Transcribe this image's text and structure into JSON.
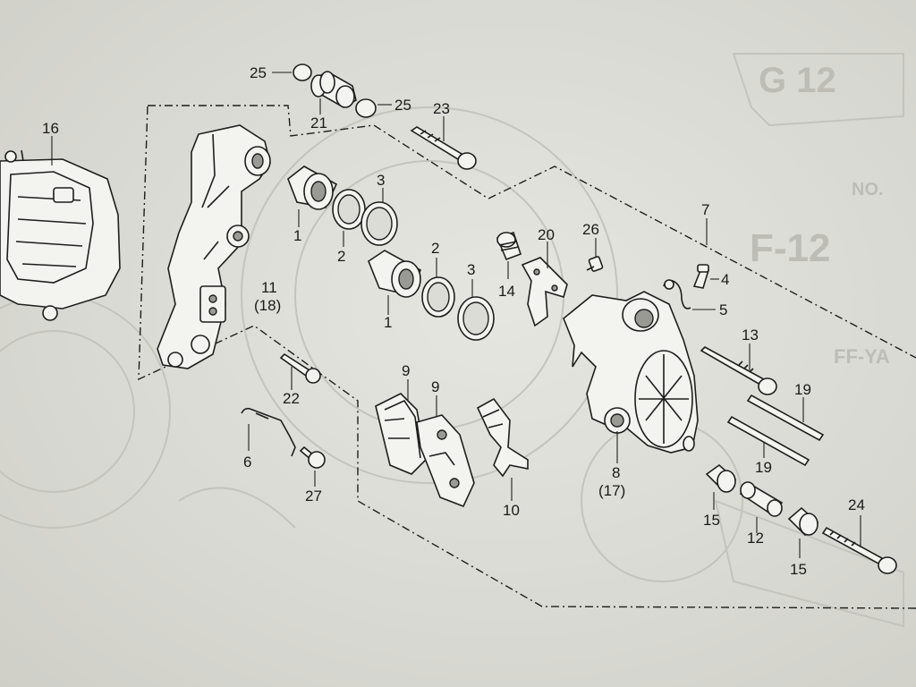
{
  "diagram": {
    "ghost_text": {
      "page_ref": "G 12",
      "f_ref": "F-12",
      "no": "NO.",
      "ff_ya": "FF-YA"
    },
    "parts": [
      {
        "label": "25"
      },
      {
        "label": "21"
      },
      {
        "label": "25"
      },
      {
        "label": "23"
      },
      {
        "label": "16"
      },
      {
        "label": "1"
      },
      {
        "label": "2"
      },
      {
        "label": "3"
      },
      {
        "label": "2"
      },
      {
        "label": "3"
      },
      {
        "label": "1"
      },
      {
        "label": "14"
      },
      {
        "label": "20"
      },
      {
        "label": "26"
      },
      {
        "label": "7"
      },
      {
        "label": "4"
      },
      {
        "label": "5"
      },
      {
        "label": "11"
      },
      {
        "label": "(18)"
      },
      {
        "label": "13"
      },
      {
        "label": "19"
      },
      {
        "label": "19"
      },
      {
        "label": "9"
      },
      {
        "label": "9"
      },
      {
        "label": "22"
      },
      {
        "label": "6"
      },
      {
        "label": "27"
      },
      {
        "label": "10"
      },
      {
        "label": "8"
      },
      {
        "label": "(17)"
      },
      {
        "label": "15"
      },
      {
        "label": "12"
      },
      {
        "label": "15"
      },
      {
        "label": "24"
      }
    ]
  }
}
